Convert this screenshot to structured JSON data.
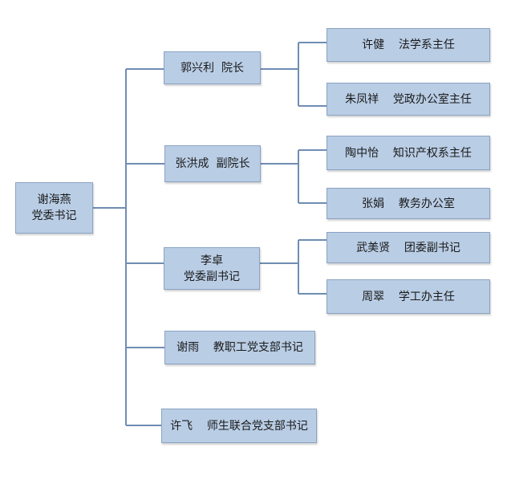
{
  "root": {
    "lines": [
      "谢海燕",
      "党委书记"
    ]
  },
  "level1": [
    {
      "lines": [
        "郭兴利  院长"
      ]
    },
    {
      "lines": [
        "张洪成  副院长"
      ]
    },
    {
      "lines": [
        "李卓",
        "党委副书记"
      ]
    },
    {
      "lines": [
        "谢雨    教职工党支部书记"
      ]
    },
    {
      "lines": [
        "许飞    师生联合党支部书记"
      ]
    }
  ],
  "level2": [
    {
      "lines": [
        "许健    法学系主任"
      ]
    },
    {
      "lines": [
        "朱凤祥    党政办公室主任"
      ]
    },
    {
      "lines": [
        "陶中怡    知识产权系主任"
      ]
    },
    {
      "lines": [
        "张娟    教务办公室"
      ]
    },
    {
      "lines": [
        "武美贤    团委副书记"
      ]
    },
    {
      "lines": [
        "周翠    学工办主任"
      ]
    }
  ],
  "colors": {
    "box_fill": "#b9cde5",
    "box_border": "#8aa3c2",
    "connector": "#6f8db3"
  }
}
